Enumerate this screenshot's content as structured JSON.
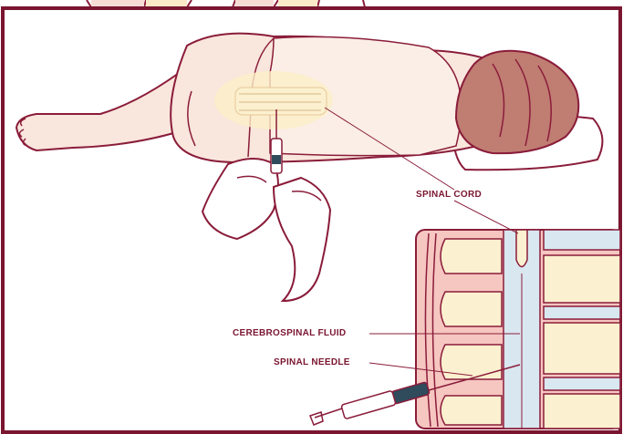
{
  "labels": {
    "spinal_cord": "SPINAL CORD",
    "cerebrospinal_fluid": "CEREBROSPINAL FLUID",
    "spinal_needle": "SPINAL NEEDLE"
  },
  "colors": {
    "frame": "#7a1530",
    "outline": "#8a1c3a",
    "skin": "#f9e6dc",
    "hair": "#c07d72",
    "glove": "#ffffff",
    "bone": "#fbf0cf",
    "tissue": "#f6c6c0",
    "canal": "#d9e7f0",
    "needle_hub": "#2f4b5c"
  },
  "icons": [
    "patient-figure",
    "gloved-hands",
    "syringe",
    "spine-cross-section"
  ]
}
